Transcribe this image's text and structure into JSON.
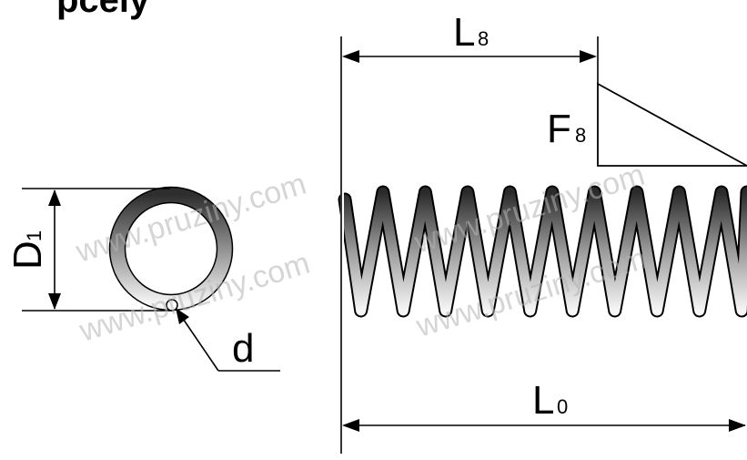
{
  "heading_fragment": "pcely",
  "labels": {
    "coil_diameter": "D",
    "coil_diameter_sub": "1",
    "wire_diameter": "d",
    "length_test": "L",
    "length_test_sub": "8",
    "force_test": "F",
    "force_test_sub": "8",
    "length_free": "L",
    "length_free_sub": "0"
  },
  "watermark": "www.pruziny.com",
  "colors": {
    "line": "#000000",
    "wire_dark": "#3a3a3a",
    "wire_light": "#f2f2f2",
    "watermark": "#b4b4b4"
  }
}
